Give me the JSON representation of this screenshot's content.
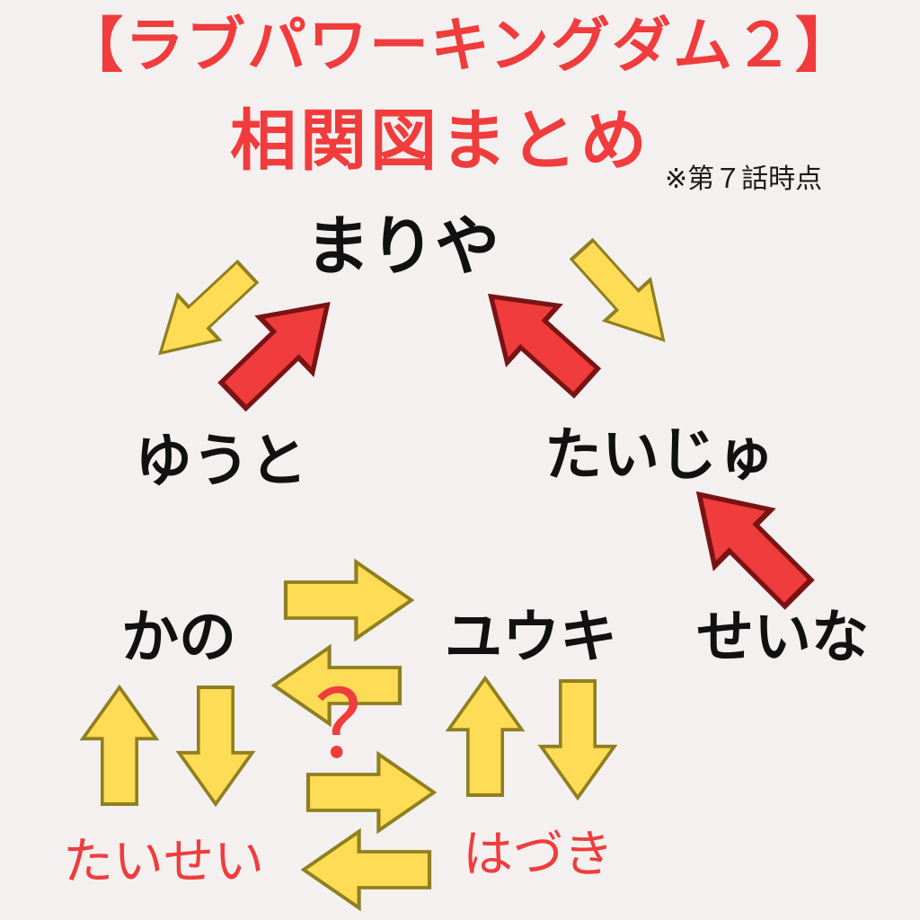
{
  "title": {
    "line1": "【ラブパワーキングダム２】",
    "line2": "相関図まとめ",
    "note": "※第７話時点"
  },
  "nodes": {
    "mariya": "まりや",
    "yuto": "ゆうと",
    "taiju": "たいじゅ",
    "kano": "かの",
    "yuki": "ユウキ",
    "seina": "せいな",
    "taisei": "たいせい",
    "hazuki": "はづき"
  },
  "question_mark": "？",
  "colors": {
    "title": "#f03c3c",
    "red_arrow_fill": "#f03c3c",
    "red_arrow_stroke": "#7a1414",
    "yellow_arrow_fill": "#ffdc55",
    "yellow_arrow_stroke": "#8f7f20"
  },
  "relations": [
    {
      "from": "まりや",
      "to": "ゆうと",
      "color": "yellow"
    },
    {
      "from": "ゆうと",
      "to": "まりや",
      "color": "red"
    },
    {
      "from": "たいじゅ",
      "to": "まりや",
      "color": "red"
    },
    {
      "from": "まりや",
      "to": "たいじゅ",
      "color": "yellow"
    },
    {
      "from": "せいな",
      "to": "たいじゅ",
      "color": "red"
    },
    {
      "from": "かの",
      "to": "ユウキ",
      "color": "yellow"
    },
    {
      "from": "ユウキ",
      "to": "かの",
      "color": "yellow"
    },
    {
      "from": "たいせい",
      "to": "かの",
      "color": "yellow"
    },
    {
      "from": "かの",
      "to": "たいせい",
      "color": "yellow"
    },
    {
      "from": "はづき",
      "to": "ユウキ",
      "color": "yellow"
    },
    {
      "from": "ユウキ",
      "to": "はづき",
      "color": "yellow"
    },
    {
      "from": "たいせい",
      "to": "はづき",
      "color": "yellow"
    },
    {
      "from": "はづき",
      "to": "たいせい",
      "color": "yellow"
    }
  ]
}
